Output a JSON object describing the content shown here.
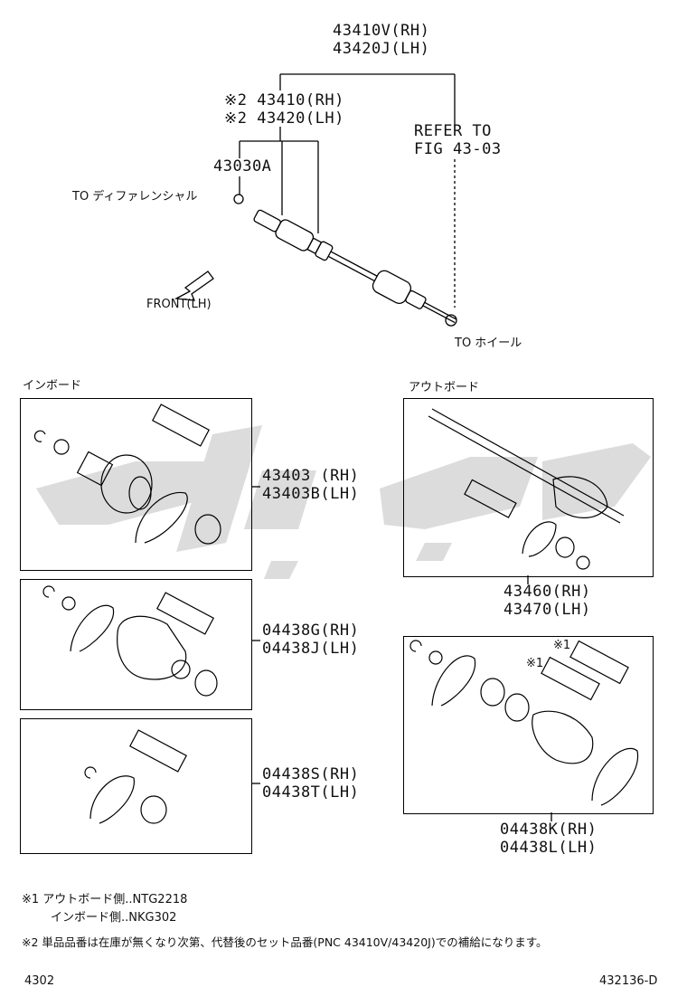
{
  "top": {
    "part_rh": "43410V(RH)",
    "part_lh": "43420J(LH)",
    "sub_rh": "※2 43410(RH)",
    "sub_lh": "※2 43420(LH)",
    "part_43030a": "43030A",
    "to_diff": "TO ディファレンシャル",
    "refer_line1": "REFER TO",
    "refer_line2": "FIG 43-03",
    "front": "FRONT(LH)",
    "to_wheel": "TO ホイール"
  },
  "sections": {
    "inboard": "インボード",
    "outboard": "アウトボード"
  },
  "boxes": {
    "inboard_joint": {
      "rh": "43403 (RH)",
      "lh": "43403B(LH)"
    },
    "inboard_boot_kit": {
      "rh": "04438G(RH)",
      "lh": "04438J(LH)"
    },
    "inboard_band_kit": {
      "rh": "04438S(RH)",
      "lh": "04438T(LH)"
    },
    "outboard_joint": {
      "rh": "43460(RH)",
      "lh": "43470(LH)"
    },
    "outboard_boot_kit": {
      "rh": "04438K(RH)",
      "lh": "04438L(LH)",
      "mark1a": "※1",
      "mark1b": "※1"
    }
  },
  "notes": {
    "n1_line1": "※1  アウトボード側..NTG2218",
    "n1_line2": "インボード側..NKG302",
    "n2": "※2  単品品番は在庫が無くなり次第、代替後のセット品番(PNC 43410V/43420J)での補給になります。"
  },
  "footer": {
    "page": "4302",
    "figure_id": "432136-D"
  },
  "colors": {
    "line": "#000000",
    "watermark": "#d9d9d9"
  }
}
